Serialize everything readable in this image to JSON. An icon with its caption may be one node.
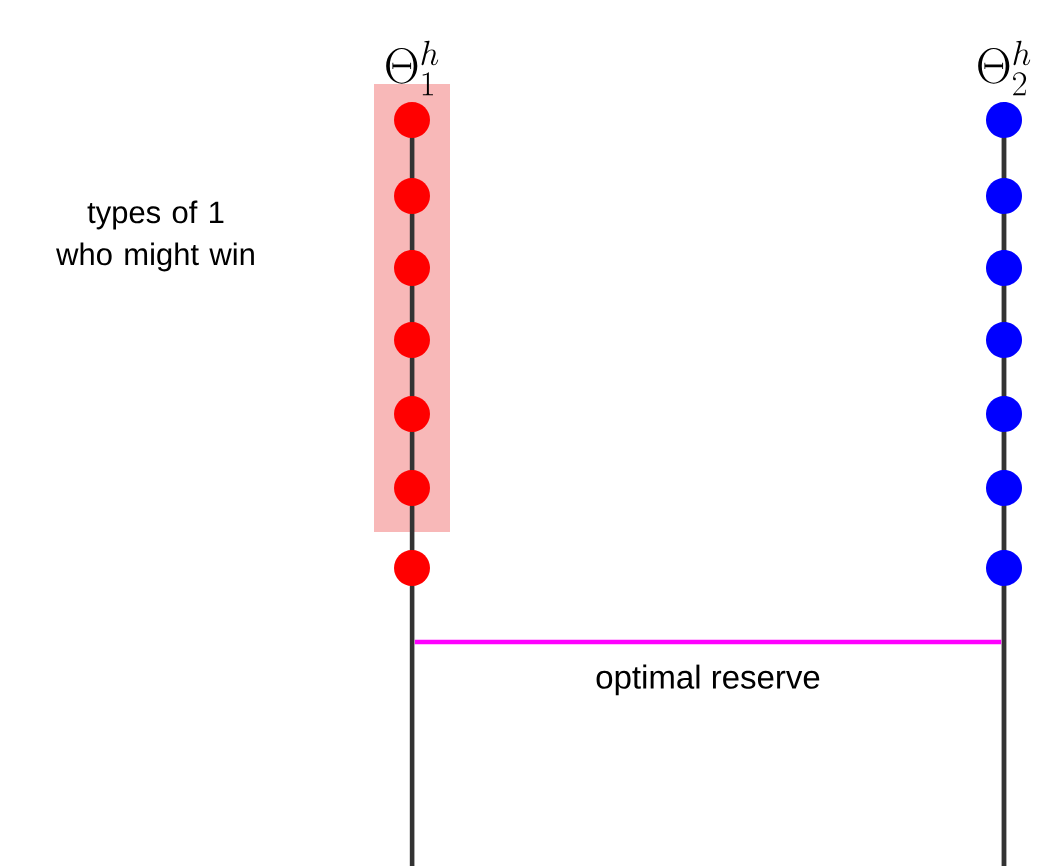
{
  "diagram": {
    "nodes": [
      {
        "text": [
          "\\Theta_1^h"
        ]
      },
      {
        "text": [
          "\\Theta_2^h"
        ]
      },
      {
        "text": [],
        "shape": "box"
      }
    ],
    "labels": [
      "types of 1 who might win"
    ],
    "edges": [
      {
        "from": 0,
        "to": 1,
        "arrow": "none",
        "color": "#ff00ff",
        "label": "optimal reserve"
      }
    ]
  }
}
